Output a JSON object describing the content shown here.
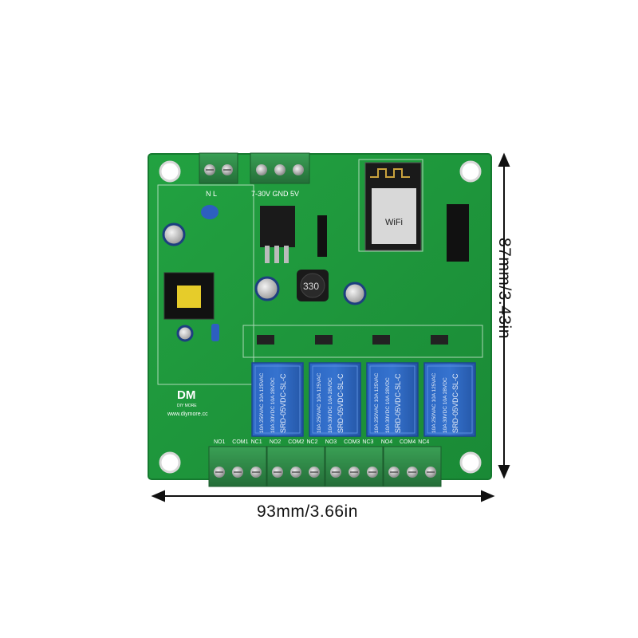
{
  "dimensions": {
    "width_label": "93mm/3.66in",
    "height_label": "87mm/3.43in"
  },
  "board": {
    "brand_logo": "DM",
    "brand_sub": "DIY MORE",
    "brand_url": "www.diymore.cc",
    "power_terminal_labels": [
      "N",
      "L"
    ],
    "dc_terminal_label": "7-30V GND 5V",
    "inductor_code": "330",
    "wifi_module_text": "WiFi",
    "relay_labels": [
      "NO1",
      "COM1",
      "NC1",
      "NO2",
      "COM2",
      "NC2",
      "NO3",
      "COM3",
      "NC3",
      "NO4",
      "COM4",
      "NC4"
    ],
    "relay_model_line1": "10A 250VAC 10A 125VAC",
    "relay_model_line2": "10A 30VDC 10A 28VDC",
    "relay_model_line3": "SRD-05VDC-SL-C"
  },
  "colors": {
    "pcb": "#1f9a3c",
    "relay": "#2a5fb5",
    "terminal": "#2f8f4a"
  }
}
